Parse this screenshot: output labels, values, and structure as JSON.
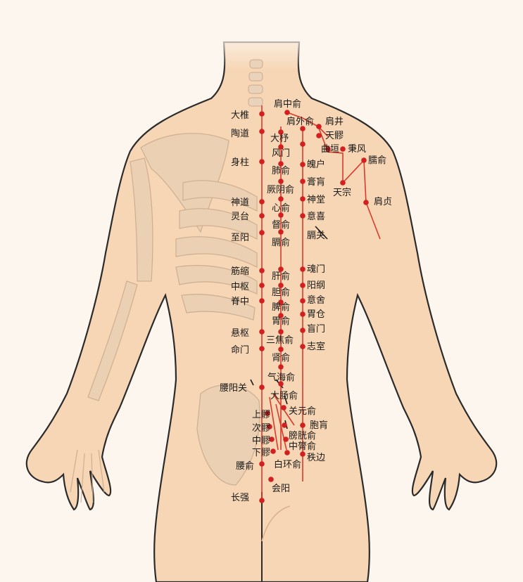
{
  "colors": {
    "background": "#fdf6ee",
    "skin": "#f7d6b5",
    "skin_shadow": "#eec39c",
    "outline": "#2b2b2b",
    "bone": "#e8cdb0",
    "bone_line": "#c9ab8d",
    "meridian": "#d93b2b",
    "point": "#d21f1f"
  },
  "acupoints": {
    "jianzhongshu": "肩中俞",
    "dazhui": "大椎",
    "jianwaishu": "肩外俞",
    "jianjing": "肩井",
    "taodao": "陶道",
    "dazhu": "大杼",
    "tianliao": "天髎",
    "quyuan": "曲垣",
    "bingfeng": "秉风",
    "fengmen": "风门",
    "naoshu": "臑俞",
    "shenzhu": "身柱",
    "feishu": "肺俞",
    "pohu": "魄户",
    "gaohuang": "膏肓",
    "jueyinshu": "厥阴俞",
    "tianzong": "天宗",
    "shendao": "神道",
    "xinshu": "心俞",
    "shentang": "神堂",
    "jianzhen": "肩贞",
    "lingtai": "灵台",
    "dushu": "督俞",
    "yixi": "意喜",
    "zhiyang": "至阳",
    "geshu": "膈俞",
    "geguan": "膈关",
    "jinsuo": "筋缩",
    "ganshu": "肝俞",
    "hunmen": "魂门",
    "zhongshu": "中枢",
    "danshu": "胆俞",
    "yanggang": "阳纲",
    "jizhong": "脊中",
    "pishu": "脾俞",
    "yishe": "意舍",
    "weishu": "胃俞",
    "weicang": "胃仓",
    "xuanshu": "悬枢",
    "sanjiaoshu": "三焦俞",
    "huangmen": "盲门",
    "mingmen": "命门",
    "shenshu": "肾俞",
    "zhishi": "志室",
    "qihaishu": "气海俞",
    "yaoyangguan": "腰阳关",
    "dachangshu": "大肠俞",
    "guanyuanshu": "关元俞",
    "shangliao": "上髎",
    "baohuang": "胞肓",
    "ciliao": "次髎",
    "pangguangshu": "膀胱俞",
    "zhongliao": "中髎",
    "zhonglushu": "中膂俞",
    "xialiao": "下髎",
    "zhibian": "秩边",
    "baihuanshu": "白环俞",
    "yaoshu": "腰俞",
    "huiyang": "会阳",
    "changqiang": "长强"
  }
}
